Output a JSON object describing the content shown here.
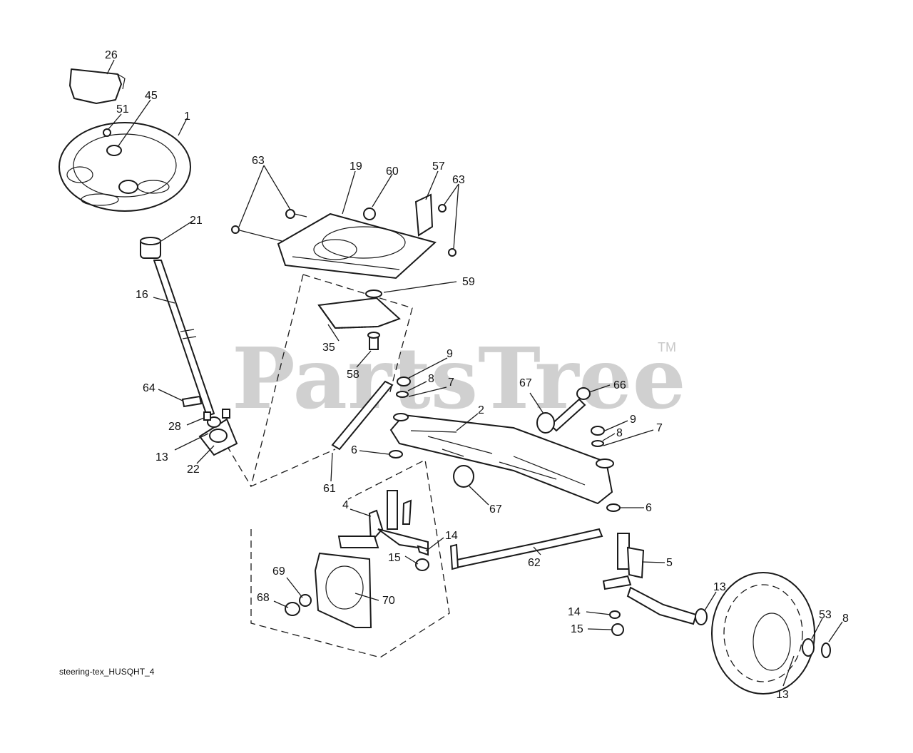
{
  "watermark": {
    "brand": "PartsTree",
    "trademark": "TM"
  },
  "caption": "steering-tex_HUSQHT_4",
  "callouts": {
    "c26": "26",
    "c45": "45",
    "c51": "51",
    "c1": "1",
    "c21": "21",
    "c16": "16",
    "c64": "64",
    "c28": "28",
    "c13a": "13",
    "c22": "22",
    "c63a": "63",
    "c19": "19",
    "c60": "60",
    "c57": "57",
    "c63b": "63",
    "c59": "59",
    "c35": "35",
    "c58": "58",
    "c9a": "9",
    "c8a": "8",
    "c7a": "7",
    "c67a": "67",
    "c66": "66",
    "c2": "2",
    "c9b": "9",
    "c8b": "8",
    "c7b": "7",
    "c6a": "6",
    "c61": "61",
    "c67b": "67",
    "c6b": "6",
    "c4": "4",
    "c14a": "14",
    "c15a": "15",
    "c62": "62",
    "c5": "5",
    "c69": "69",
    "c68": "68",
    "c70": "70",
    "c13b": "13",
    "c14b": "14",
    "c15b": "15",
    "c53": "53",
    "c8c": "8",
    "c13c": "13"
  }
}
